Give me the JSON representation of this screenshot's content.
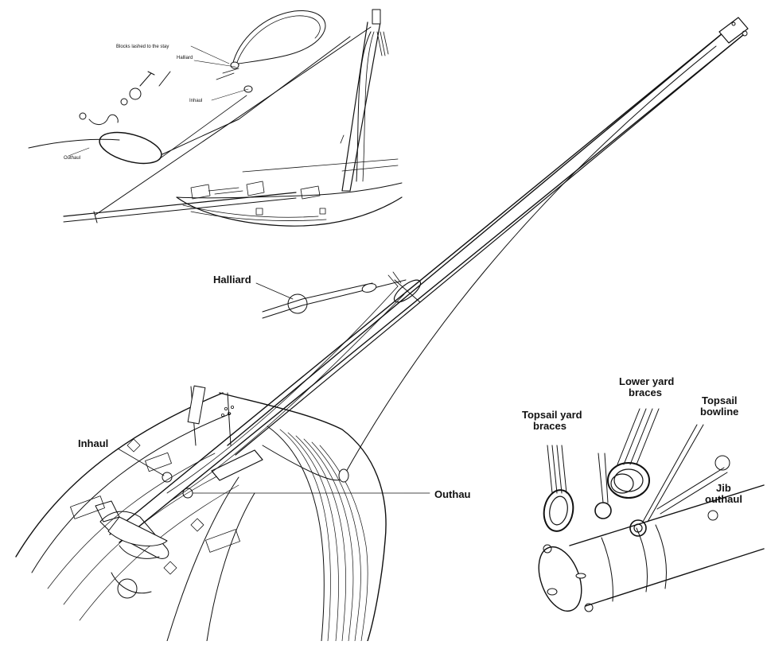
{
  "inset_top_left": {
    "labels": {
      "blocks": "Blocks lashed to the stay",
      "halliard": "Halliard",
      "inhaul": "Inhaul",
      "outhaul": "Outhaul"
    }
  },
  "main_view": {
    "labels": {
      "halliard": "Halliard",
      "inhaul": "Inhaul",
      "outhaul": "Outhau"
    }
  },
  "inset_bottom_right": {
    "labels": {
      "topsail_yard_braces_1": "Topsail yard",
      "topsail_yard_braces_2": "braces",
      "lower_yard_braces_1": "Lower yard",
      "lower_yard_braces_2": "braces",
      "topsail_bowline_1": "Topsail",
      "topsail_bowline_2": "bowline",
      "jib_outhaul_1": "Jib",
      "jib_outhaul_2": "outhaul"
    }
  }
}
